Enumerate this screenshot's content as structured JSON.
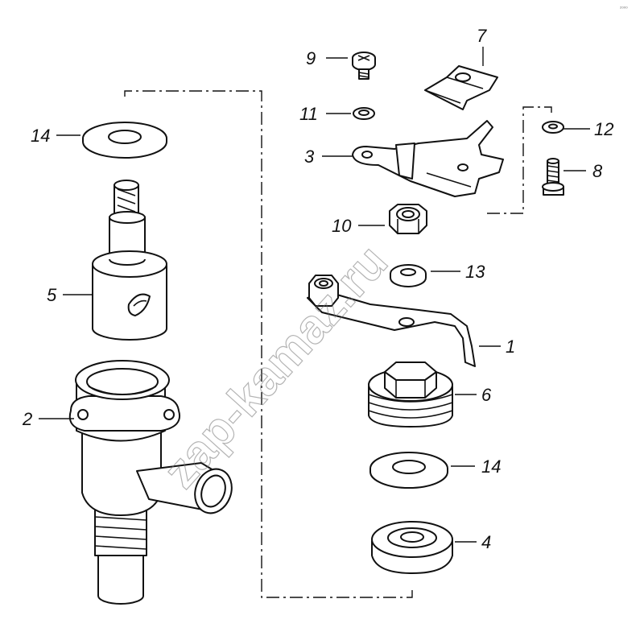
{
  "watermark": "zap-kamaz.ru",
  "corner_mark": "₂₀₀₀",
  "parts": {
    "p1": "1",
    "p2": "2",
    "p3": "3",
    "p4": "4",
    "p5": "5",
    "p6": "6",
    "p7": "7",
    "p8": "8",
    "p9": "9",
    "p10": "10",
    "p11": "11",
    "p12": "12",
    "p13": "13",
    "p14a": "14",
    "p14b": "14"
  }
}
